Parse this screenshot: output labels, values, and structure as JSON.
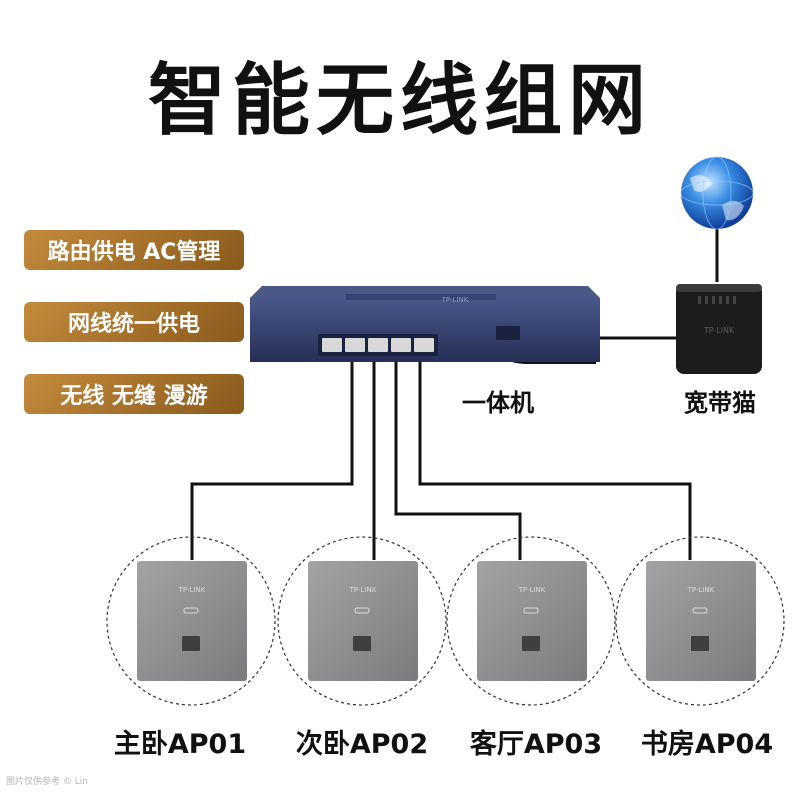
{
  "title": "智能无线组网",
  "features": [
    "路由供电 AC管理",
    "网线统一供电",
    "无线 无缝 漫游"
  ],
  "router_label": "一体机",
  "modem_label": "宽带猫",
  "router_brand": "TP-LINK",
  "modem_brand": "TP-LINK",
  "aps": [
    {
      "label": "主卧AP01",
      "brand": "TP-LINK"
    },
    {
      "label": "次卧AP02",
      "brand": "TP-LINK"
    },
    {
      "label": "客厅AP03",
      "brand": "TP-LINK"
    },
    {
      "label": "书房AP04",
      "brand": "TP-LINK"
    }
  ],
  "watermark": "图片仅供参考 © Lin",
  "colors": {
    "feature_bg": "#a06a2a",
    "router_body": "#2f3a66",
    "modem_body": "#1c1c1c",
    "ap_panel": "#8e8e90",
    "wire": "#111111",
    "globe": "#2a6fd6"
  },
  "icons": [
    "globe-icon",
    "ethernet-port-icon"
  ]
}
